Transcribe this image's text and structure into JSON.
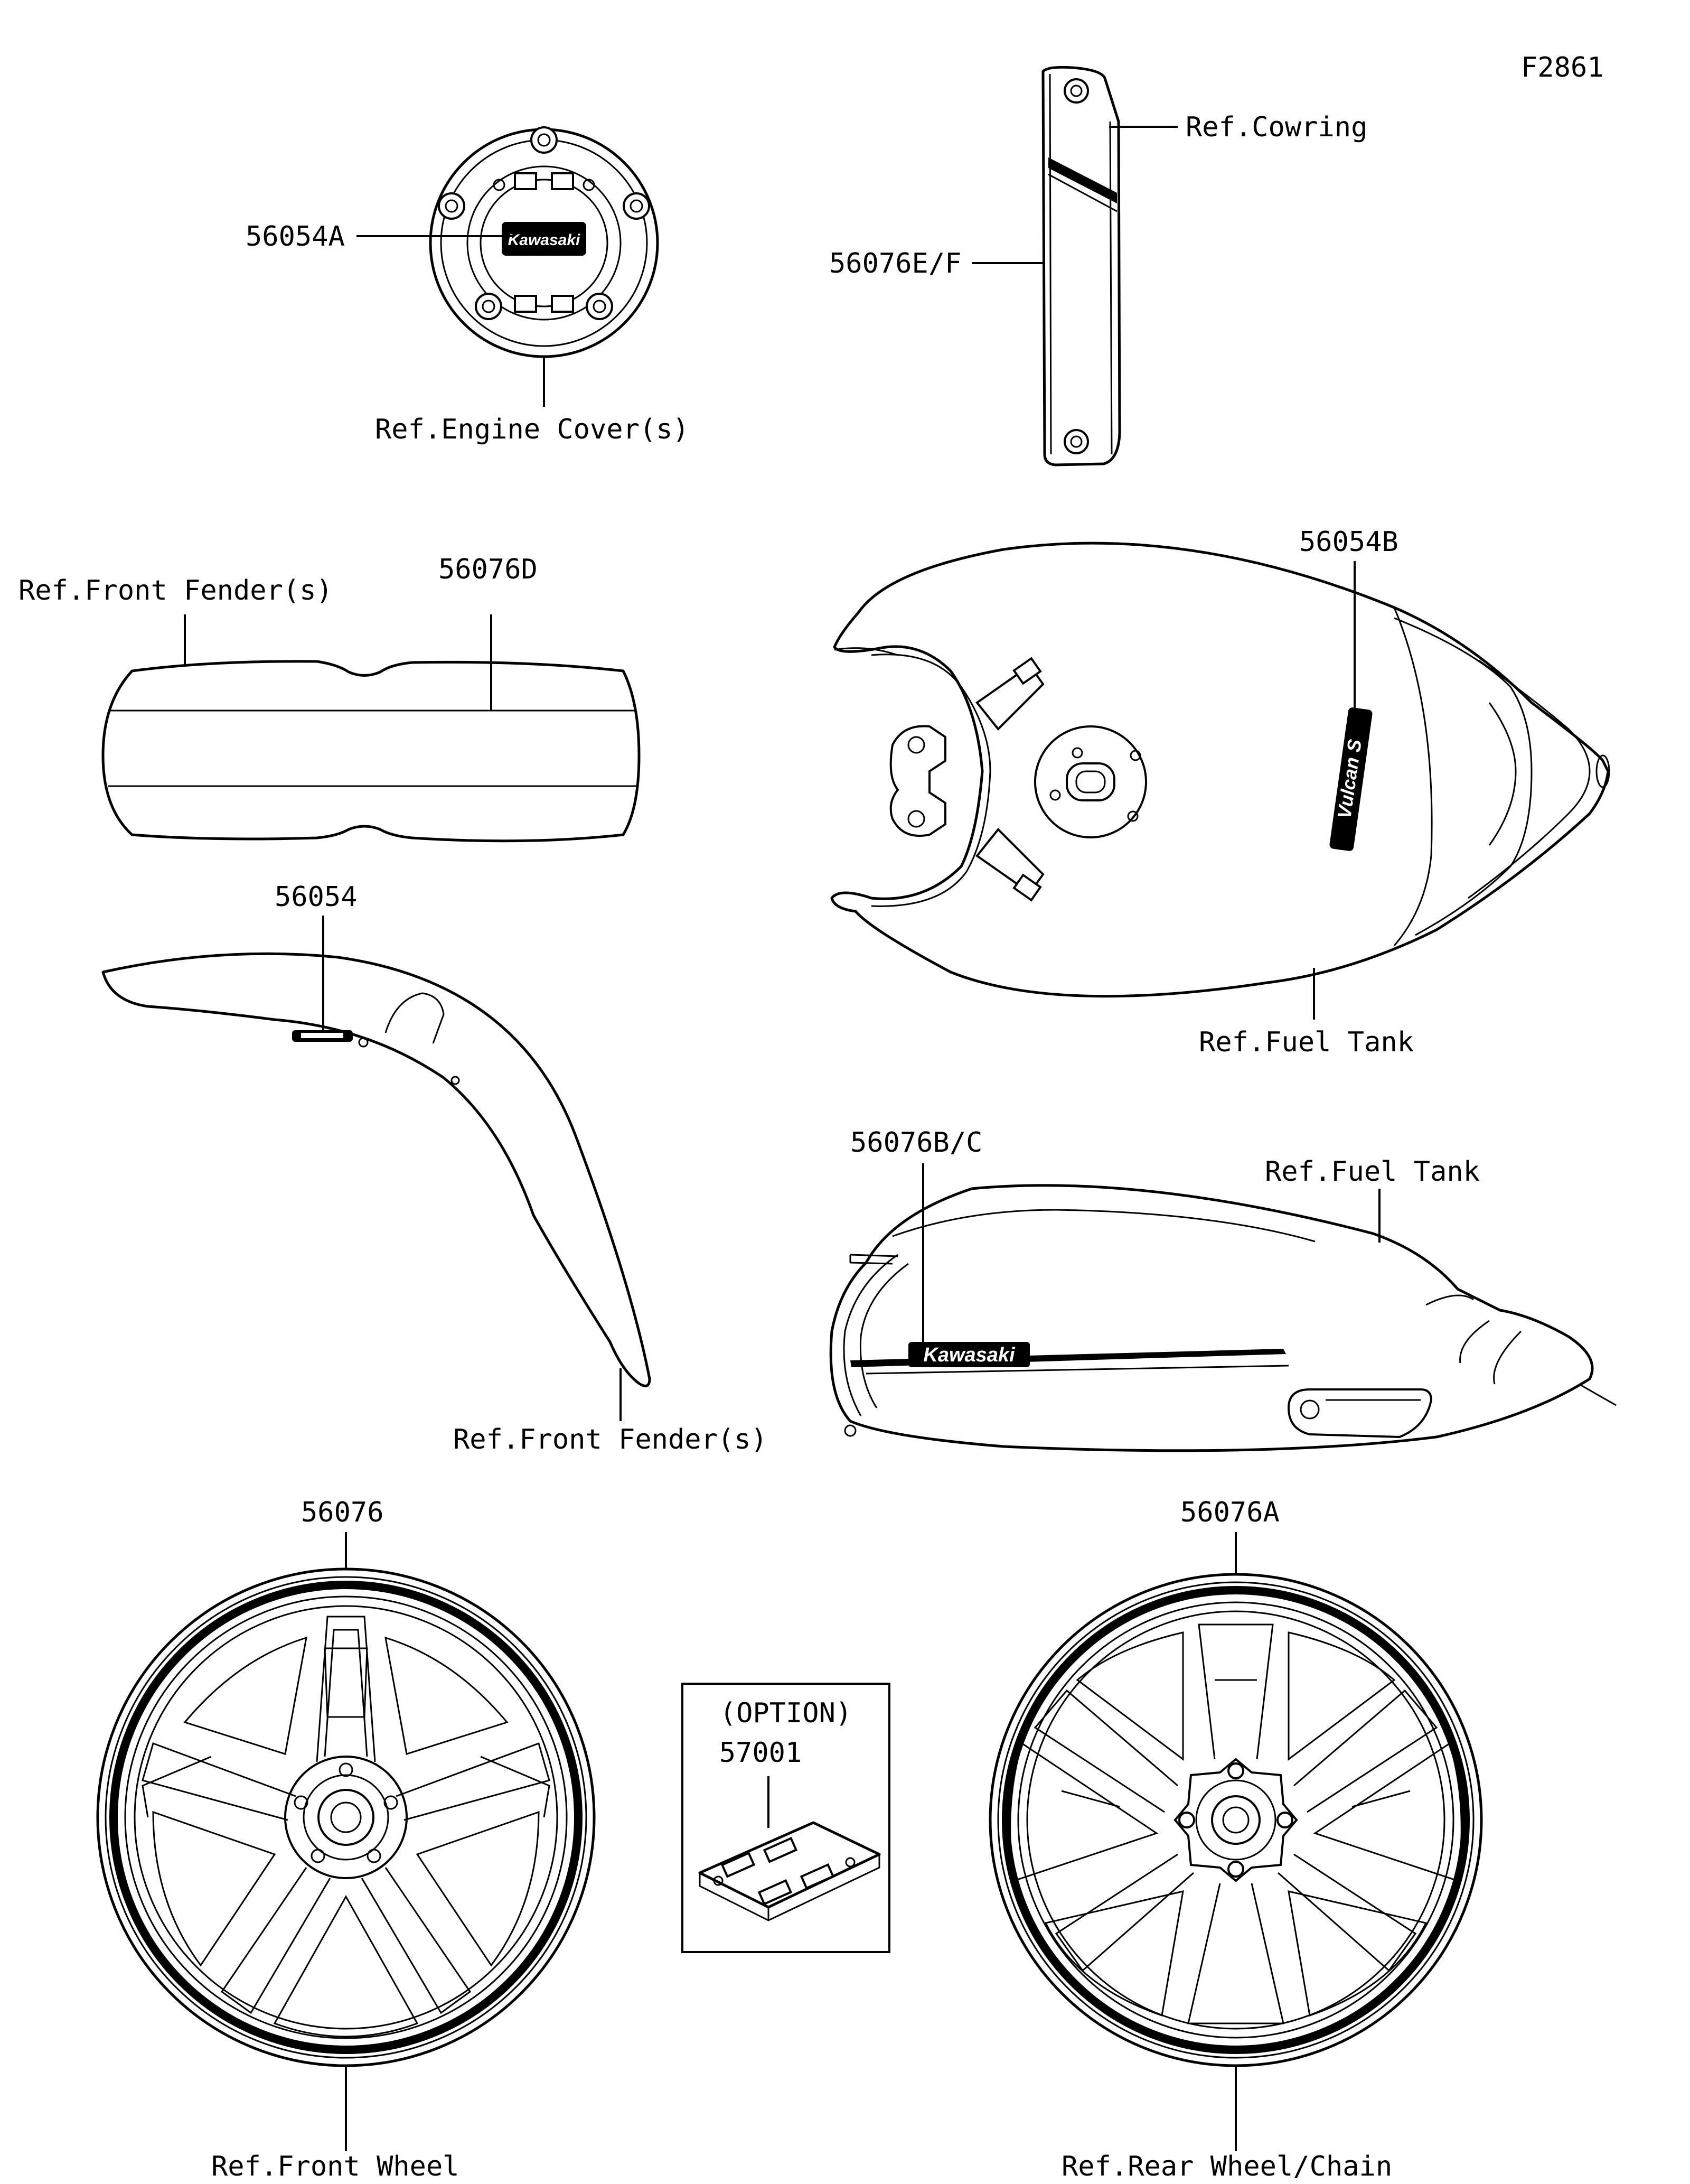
{
  "figure_id": "F2861",
  "labels": {
    "engine_cover_part": "56054A",
    "engine_cover_ref": "Ref.Engine Cover(s)",
    "cowring_part": "56076E/F",
    "cowring_ref": "Ref.Cowring",
    "front_fender_ref_top": "Ref.Front Fender(s)",
    "front_fender_part_top": "56076D",
    "front_fender_part": "56054",
    "front_fender_ref_bottom": "Ref.Front Fender(s)",
    "fuel_tank_top_part": "56054B",
    "fuel_tank_top_ref": "Ref.Fuel Tank",
    "fuel_tank_side_part": "56076B/C",
    "fuel_tank_side_ref": "Ref.Fuel Tank",
    "front_wheel_part": "56076",
    "front_wheel_ref": "Ref.Front Wheel",
    "rear_wheel_part": "56076A",
    "rear_wheel_ref": "Ref.Rear Wheel/Chain",
    "option_note": "(OPTION)",
    "option_part": "57001"
  },
  "logos": {
    "engine_cover_logo": "Kawasaki",
    "fuel_tank_side_logo": "Kawasaki",
    "fuel_tank_top_logo": "Vulcan S"
  }
}
